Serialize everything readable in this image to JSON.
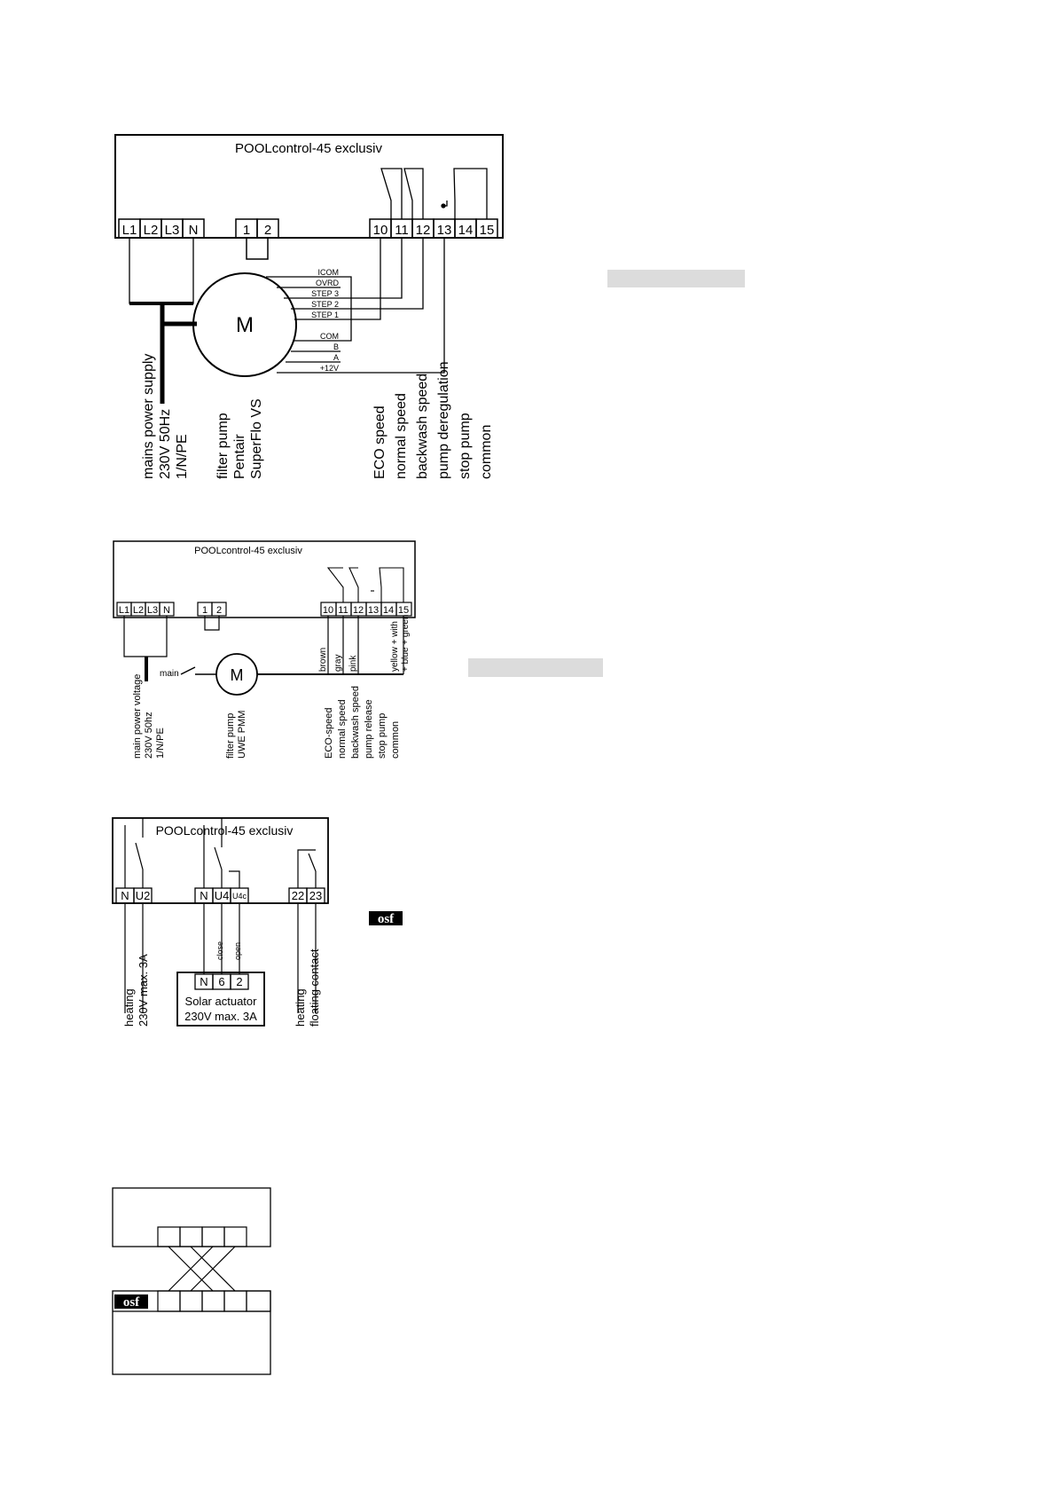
{
  "diagram1": {
    "title": "POOLcontrol-45 exclusiv",
    "terminals_left": [
      "L1",
      "L2",
      "L3",
      "N"
    ],
    "terminals_mid": [
      "1",
      "2"
    ],
    "terminals_right": [
      "10",
      "11",
      "12",
      "13",
      "14",
      "15"
    ],
    "motor": "M",
    "motor_pins": [
      "ICOM",
      "OVRD",
      "STEP 3",
      "STEP 2",
      "STEP 1",
      "COM",
      "B",
      "A",
      "+12V"
    ],
    "label_supply": [
      "mains power supply",
      "230V 50Hz",
      "1/N/PE"
    ],
    "label_pump": [
      "filter pump",
      "Pentair",
      "SuperFlo VS"
    ],
    "label_functions": [
      "ECO speed",
      "normal speed",
      "backwash speed",
      "pump deregulation",
      "stop pump",
      "common"
    ]
  },
  "diagram2": {
    "title": "POOLcontrol-45 exclusiv",
    "terminals_left": [
      "L1",
      "L2",
      "L3",
      "N"
    ],
    "terminals_mid": [
      "1",
      "2"
    ],
    "terminals_right": [
      "10",
      "11",
      "12",
      "13",
      "14",
      "15"
    ],
    "motor": "M",
    "switch_label": "main",
    "wire_colors": [
      "brown",
      "gray",
      "pink"
    ],
    "wire_color_common": [
      "yellow + with",
      "+ blue + green"
    ],
    "label_supply": [
      "main power voltage",
      "230V 50hz",
      "1/N/PE"
    ],
    "label_pump": [
      "filter pump",
      "UWE PMM"
    ],
    "label_functions": [
      "ECO-speed",
      "normal speed",
      "backwash speed",
      "pump release",
      "stop pump",
      "common"
    ]
  },
  "diagram3": {
    "title": "POOLcontrol-45 exclusiv",
    "terminals_a": [
      "N",
      "U2"
    ],
    "terminals_b": [
      "N",
      "U4",
      "U4c"
    ],
    "terminals_c": [
      "22",
      "23"
    ],
    "wire_labels": [
      "close",
      "open"
    ],
    "actuator_terminals": [
      "N",
      "6",
      "2"
    ],
    "actuator_lines": [
      "Solar actuator",
      "230V max. 3A"
    ],
    "label_heating": [
      "heating",
      "230V max. 3A"
    ],
    "label_floating": [
      "heating",
      "floating contact"
    ]
  },
  "logo_text": "osf",
  "colors": {
    "line": "#000000",
    "gray_bar": "#dcdcdc"
  }
}
